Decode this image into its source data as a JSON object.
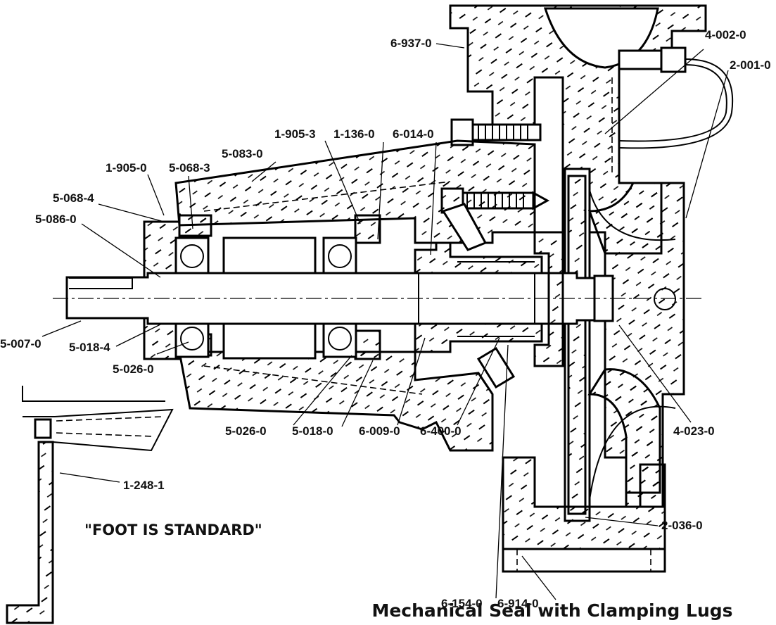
{
  "diagram": {
    "caption": "Mechanical Seal with Clamping Lugs",
    "note": "\"FOOT IS STANDARD\"",
    "labels": [
      {
        "id": "l1",
        "text": "6-937-0"
      },
      {
        "id": "l2",
        "text": "4-002-0"
      },
      {
        "id": "l3",
        "text": "2-001-0"
      },
      {
        "id": "l4",
        "text": "1-905-3"
      },
      {
        "id": "l5",
        "text": "1-136-0"
      },
      {
        "id": "l6",
        "text": "6-014-0"
      },
      {
        "id": "l7",
        "text": "5-083-0"
      },
      {
        "id": "l8",
        "text": "1-905-0"
      },
      {
        "id": "l9",
        "text": "5-068-3"
      },
      {
        "id": "l10",
        "text": "5-068-4"
      },
      {
        "id": "l11",
        "text": "5-086-0"
      },
      {
        "id": "l12",
        "text": "5-007-0"
      },
      {
        "id": "l13",
        "text": "5-018-4"
      },
      {
        "id": "l14",
        "text": "5-026-0"
      },
      {
        "id": "l15",
        "text": "5-026-0"
      },
      {
        "id": "l16",
        "text": "5-018-0"
      },
      {
        "id": "l17",
        "text": "6-009-0"
      },
      {
        "id": "l18",
        "text": "6-400-0"
      },
      {
        "id": "l19",
        "text": "4-023-0"
      },
      {
        "id": "l20",
        "text": "1-248-1"
      },
      {
        "id": "l21",
        "text": "2-036-0"
      },
      {
        "id": "l22",
        "text": "6-154-0"
      },
      {
        "id": "l23",
        "text": "6-914-0"
      }
    ]
  }
}
